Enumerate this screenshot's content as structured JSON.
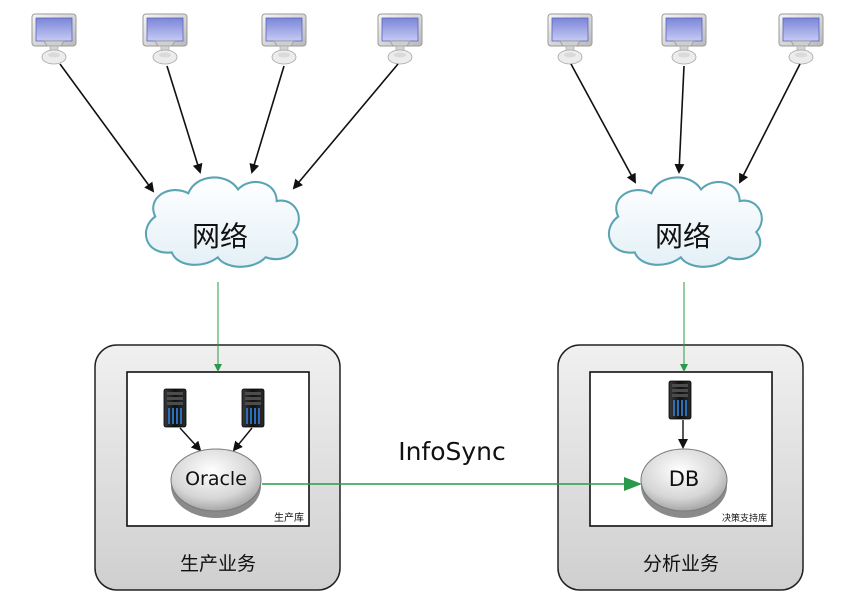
{
  "left": {
    "cloud_label": "网络",
    "db_label": "Oracle",
    "inner_label": "生产库",
    "group_label": "生产业务"
  },
  "right": {
    "cloud_label": "网络",
    "db_label": "DB",
    "inner_label": "决策支持库",
    "group_label": "分析业务"
  },
  "link_label": "InfoSync",
  "colors": {
    "cloud_stroke": "#5aa4b4",
    "cloud_fill": "#eef6fa",
    "group_fill": "#dcdcdc",
    "link_green": "#2a9a4a",
    "arrow_black": "#111111"
  },
  "icons": {
    "client": "desktop-computer-icon",
    "server": "server-tower-icon",
    "database": "database-disk-icon"
  }
}
